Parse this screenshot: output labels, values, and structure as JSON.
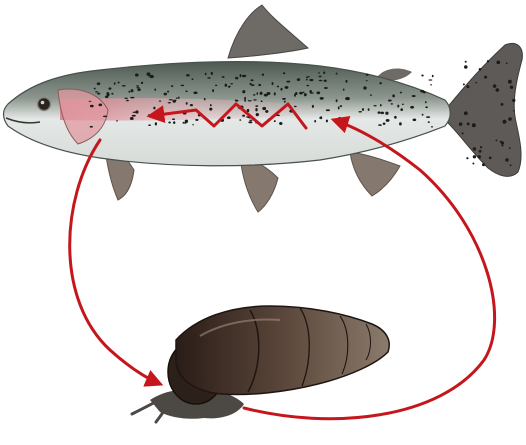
{
  "diagram": {
    "subject": "life-cycle",
    "nodes": [
      {
        "id": "fish",
        "kind": "trout",
        "icon": "fish-icon"
      },
      {
        "id": "snail",
        "kind": "snail",
        "icon": "snail-icon"
      }
    ],
    "edges": [
      {
        "from": "fish",
        "to": "snail",
        "icon": "arrow-icon"
      },
      {
        "from": "snail",
        "to": "fish",
        "icon": "arrow-icon"
      },
      {
        "from": "fish",
        "to": "fish",
        "style": "zigzag",
        "icon": "zigzag-arrow-icon"
      }
    ]
  },
  "colors": {
    "background": "#ffffff",
    "arrow": "#c4161c",
    "fish_back": "#5e6a60",
    "fish_belly": "#e9ecea",
    "fish_stripe": "#e3a0a6",
    "fish_spots": "#1c1c1c",
    "fins": "#7d7570",
    "snail_shell": "#3a2a22",
    "snail_shell_light": "#6d5a4c",
    "snail_body": "#4c4843"
  }
}
